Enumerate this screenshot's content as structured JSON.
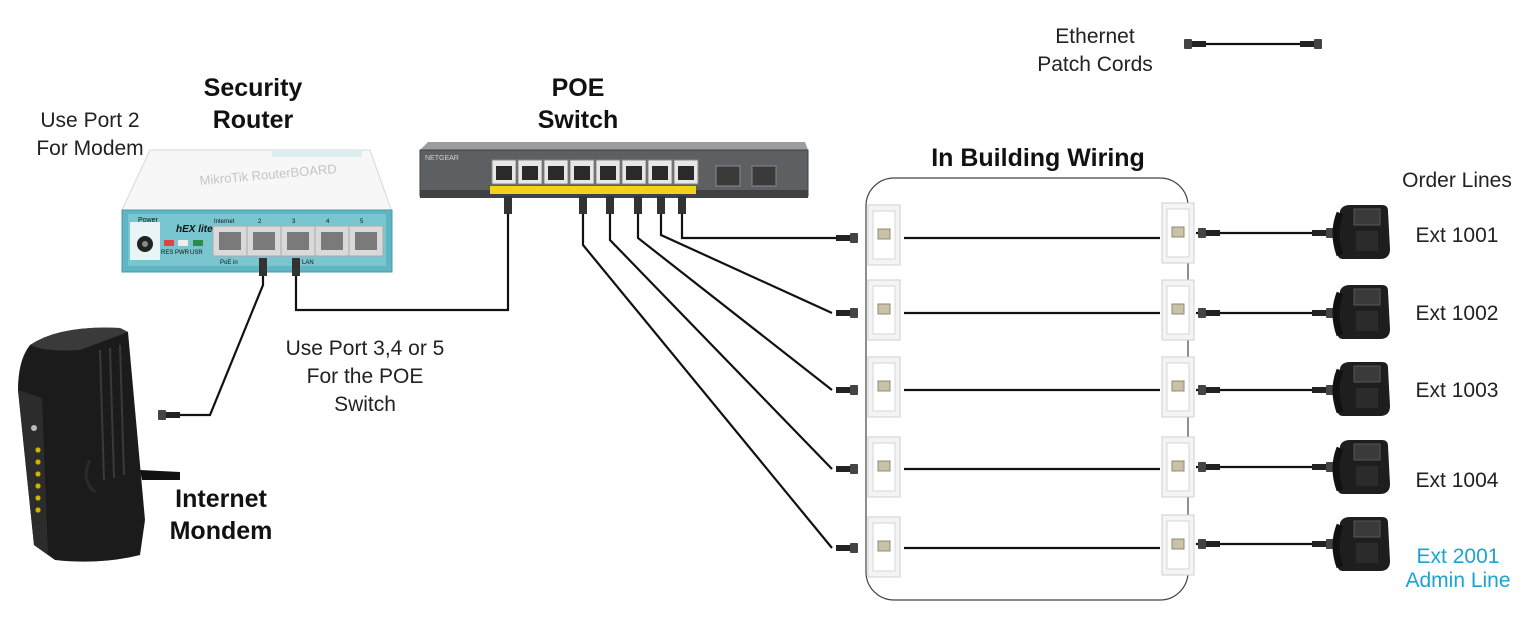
{
  "labels": {
    "security_router": [
      "Security",
      "Router"
    ],
    "poe_switch": [
      "POE",
      "Switch"
    ],
    "internet_modem": [
      "Internet",
      "Mondem"
    ],
    "in_building_wiring": "In Building Wiring",
    "order_lines": "Order Lines",
    "legend": [
      "Ethernet",
      "Patch Cords"
    ],
    "router_note": [
      "Use Port 2",
      "For Modem"
    ],
    "switch_note": [
      "Use Port 3,4 or 5",
      "For the POE",
      "Switch"
    ]
  },
  "device_text": {
    "router_brand": "MikroTik RouterBOARD",
    "router_model": "hEX lite",
    "router_power": "Power",
    "router_ports": [
      "Internet",
      "2",
      "3",
      "4",
      "5"
    ],
    "router_leds": [
      "RES",
      "PWR",
      "USR"
    ],
    "router_bottom": [
      "PoE in",
      "LAN"
    ],
    "switch_brand": "NETGEAR"
  },
  "extensions": [
    {
      "label": "Ext 1001"
    },
    {
      "label": "Ext 1002"
    },
    {
      "label": "Ext 1003"
    },
    {
      "label": "Ext 1004"
    },
    {
      "label": "Ext 2001",
      "sub": "Admin Line"
    }
  ],
  "colors": {
    "router_teal": "#5fb6c2",
    "switch_gray": "#5d6063",
    "switch_yellow": "#f2d21a",
    "admin_blue": "#1aa3d4",
    "cable": "#111111"
  }
}
